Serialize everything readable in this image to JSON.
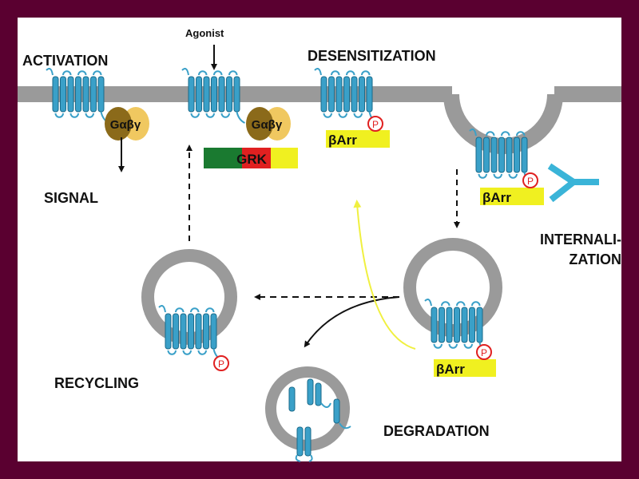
{
  "labels": {
    "activation": "ACTIVATION",
    "agonist": "Agonist",
    "desensitization": "DESENSITIZATION",
    "signal": "SIGNAL",
    "internalization_1": "INTERNALI-",
    "internalization_2": "ZATION",
    "recycling": "RECYCLING",
    "degradation": "DEGRADATION"
  },
  "molecules": {
    "g_protein": "Gαβγ",
    "grk": "GRK",
    "arrestin": "βArr",
    "phospho": "P"
  },
  "colors": {
    "border": "#5a0030",
    "membrane": "#9a9a9a",
    "receptor": "#3aa0c8",
    "g_alpha": "#8b6a1a",
    "g_betagamma": "#f0c860",
    "grk_green": "#1a7a30",
    "grk_red": "#e02020",
    "grk_yellow": "#f0f020",
    "arrestin": "#f0f020",
    "phospho": "#e02020",
    "adaptor": "#3ab4d8",
    "recycle_arrow": "#f0f040"
  }
}
